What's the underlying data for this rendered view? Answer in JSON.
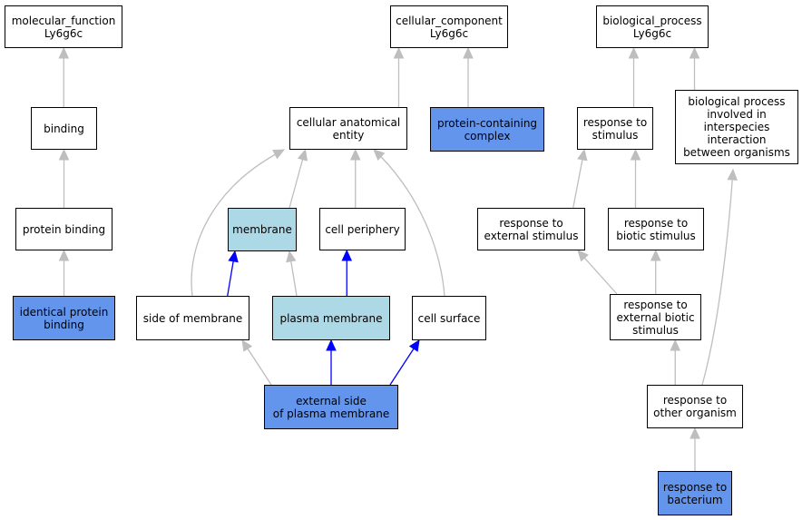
{
  "colors": {
    "node_fill_default": "#ffffff",
    "node_fill_light": "#add8e6",
    "node_fill_dark": "#6495ed",
    "edge_gray": "#bebebe",
    "edge_blue": "#0000ff"
  },
  "nodes": {
    "molecular_function": {
      "lines": [
        "molecular_function",
        "Ly6g6c"
      ],
      "fill": "default"
    },
    "binding": {
      "lines": [
        "binding"
      ],
      "fill": "default"
    },
    "protein_binding": {
      "lines": [
        "protein binding"
      ],
      "fill": "default"
    },
    "identical_protein_binding": {
      "lines": [
        "identical protein",
        "binding"
      ],
      "fill": "dark"
    },
    "cellular_component": {
      "lines": [
        "cellular_component",
        "Ly6g6c"
      ],
      "fill": "default"
    },
    "cellular_anatomical_entity": {
      "lines": [
        "cellular anatomical",
        "entity"
      ],
      "fill": "default"
    },
    "protein_containing_complex": {
      "lines": [
        "protein-containing",
        "complex"
      ],
      "fill": "dark"
    },
    "membrane": {
      "lines": [
        "membrane"
      ],
      "fill": "light"
    },
    "cell_periphery": {
      "lines": [
        "cell periphery"
      ],
      "fill": "default"
    },
    "side_of_membrane": {
      "lines": [
        "side of membrane"
      ],
      "fill": "default"
    },
    "plasma_membrane": {
      "lines": [
        "plasma membrane"
      ],
      "fill": "light"
    },
    "cell_surface": {
      "lines": [
        "cell surface"
      ],
      "fill": "default"
    },
    "external_side_of_plasma_membrane": {
      "lines": [
        "external side",
        "of plasma membrane"
      ],
      "fill": "dark"
    },
    "biological_process": {
      "lines": [
        "biological_process",
        "Ly6g6c"
      ],
      "fill": "default"
    },
    "response_to_stimulus": {
      "lines": [
        "response to",
        "stimulus"
      ],
      "fill": "default"
    },
    "bp_interspecies": {
      "lines": [
        "biological process",
        "involved in",
        "interspecies",
        "interaction",
        "between organisms"
      ],
      "fill": "default"
    },
    "response_to_external_stimulus": {
      "lines": [
        "response to",
        "external stimulus"
      ],
      "fill": "default"
    },
    "response_to_biotic_stimulus": {
      "lines": [
        "response to",
        "biotic stimulus"
      ],
      "fill": "default"
    },
    "response_to_external_biotic_stimulus": {
      "lines": [
        "response to",
        "external biotic",
        "stimulus"
      ],
      "fill": "default"
    },
    "response_to_other_organism": {
      "lines": [
        "response to",
        "other organism"
      ],
      "fill": "default"
    },
    "response_to_bacterium": {
      "lines": [
        "response to",
        "bacterium"
      ],
      "fill": "dark"
    }
  },
  "edges": [
    {
      "from": "binding",
      "to": "molecular_function",
      "color": "gray"
    },
    {
      "from": "protein_binding",
      "to": "binding",
      "color": "gray"
    },
    {
      "from": "identical_protein_binding",
      "to": "protein_binding",
      "color": "gray"
    },
    {
      "from": "cellular_anatomical_entity",
      "to": "cellular_component",
      "color": "gray"
    },
    {
      "from": "protein_containing_complex",
      "to": "cellular_component",
      "color": "gray"
    },
    {
      "from": "membrane",
      "to": "cellular_anatomical_entity",
      "color": "gray"
    },
    {
      "from": "cell_periphery",
      "to": "cellular_anatomical_entity",
      "color": "gray"
    },
    {
      "from": "side_of_membrane",
      "to": "cellular_anatomical_entity",
      "color": "gray"
    },
    {
      "from": "cell_surface",
      "to": "cellular_anatomical_entity",
      "color": "gray"
    },
    {
      "from": "side_of_membrane",
      "to": "membrane",
      "color": "blue"
    },
    {
      "from": "plasma_membrane",
      "to": "membrane",
      "color": "gray"
    },
    {
      "from": "plasma_membrane",
      "to": "cell_periphery",
      "color": "blue"
    },
    {
      "from": "external_side_of_plasma_membrane",
      "to": "side_of_membrane",
      "color": "gray"
    },
    {
      "from": "external_side_of_plasma_membrane",
      "to": "plasma_membrane",
      "color": "blue"
    },
    {
      "from": "external_side_of_plasma_membrane",
      "to": "cell_surface",
      "color": "blue"
    },
    {
      "from": "response_to_stimulus",
      "to": "biological_process",
      "color": "gray"
    },
    {
      "from": "bp_interspecies",
      "to": "biological_process",
      "color": "gray"
    },
    {
      "from": "response_to_external_stimulus",
      "to": "response_to_stimulus",
      "color": "gray"
    },
    {
      "from": "response_to_biotic_stimulus",
      "to": "response_to_stimulus",
      "color": "gray"
    },
    {
      "from": "response_to_external_biotic_stimulus",
      "to": "response_to_external_stimulus",
      "color": "gray"
    },
    {
      "from": "response_to_external_biotic_stimulus",
      "to": "response_to_biotic_stimulus",
      "color": "gray"
    },
    {
      "from": "response_to_other_organism",
      "to": "response_to_external_biotic_stimulus",
      "color": "gray"
    },
    {
      "from": "response_to_other_organism",
      "to": "bp_interspecies",
      "color": "gray"
    },
    {
      "from": "response_to_bacterium",
      "to": "response_to_other_organism",
      "color": "gray"
    }
  ]
}
